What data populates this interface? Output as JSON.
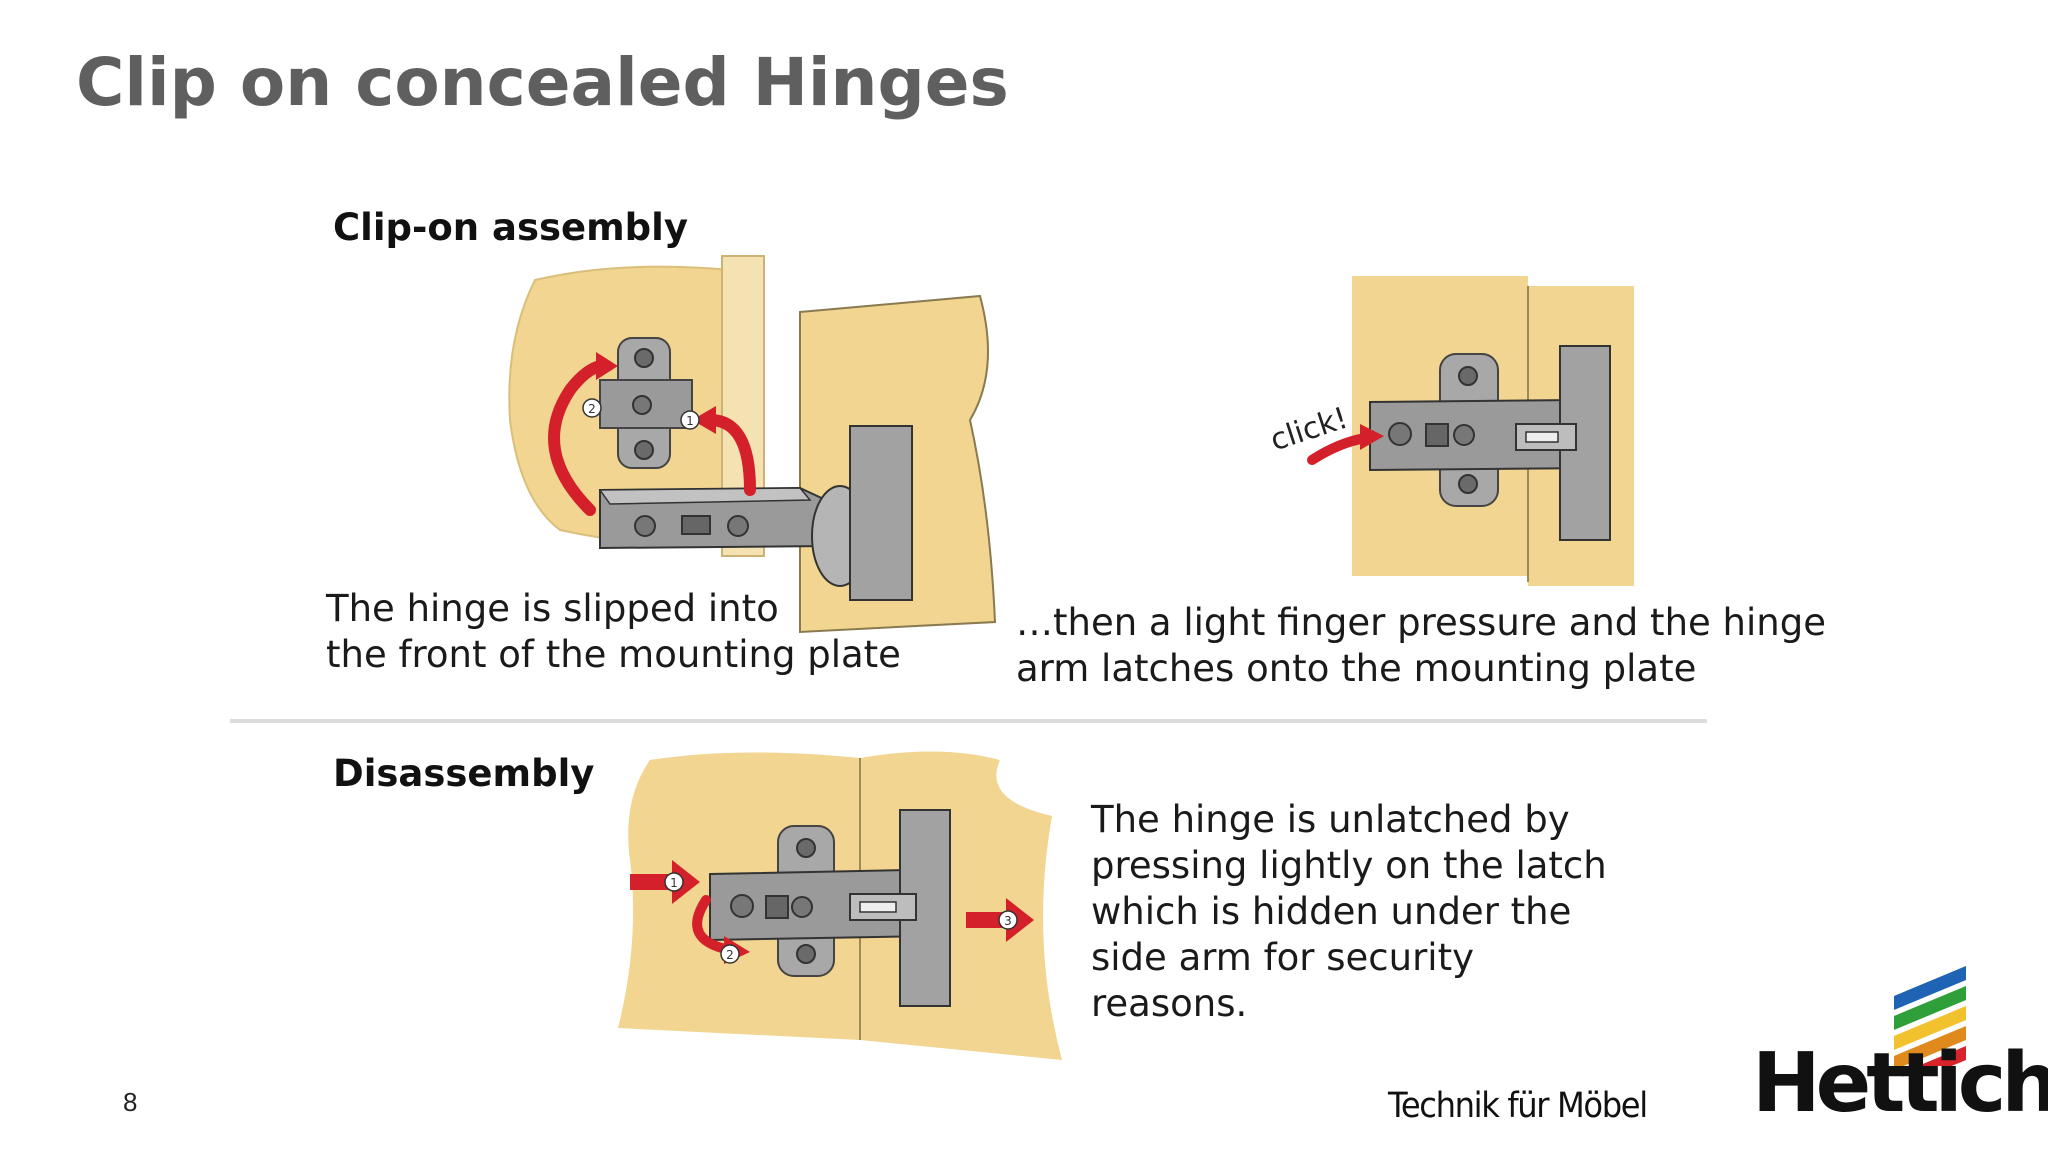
{
  "slide": {
    "title": "Clip on concealed Hinges",
    "page_number": "8"
  },
  "clip_on": {
    "heading": "Clip-on assembly",
    "step1_caption": [
      "The hinge is slipped into",
      "the front of the mounting plate"
    ],
    "step2_caption": [
      "…then a light finger pressure and the hinge",
      "arm latches onto the mounting plate"
    ],
    "click_text": "click!",
    "markers": [
      "1",
      "2"
    ]
  },
  "disassembly": {
    "heading": "Disassembly",
    "caption": [
      "The hinge is unlatched by",
      "pressing lightly on the latch",
      "which is hidden under the",
      "side arm for security",
      "reasons."
    ],
    "markers": [
      "1",
      "2",
      "3"
    ]
  },
  "footer": {
    "slogan": "Technik für Möbel",
    "logo_text": "Hettich",
    "logo_stripe_colors": [
      "#1e63b4",
      "#2f9f3a",
      "#f2c12e",
      "#e08a1e",
      "#d8232a"
    ]
  },
  "colors": {
    "wood": "#f1d591",
    "metal": "#9a9a9a",
    "arrow": "#d4202a"
  }
}
